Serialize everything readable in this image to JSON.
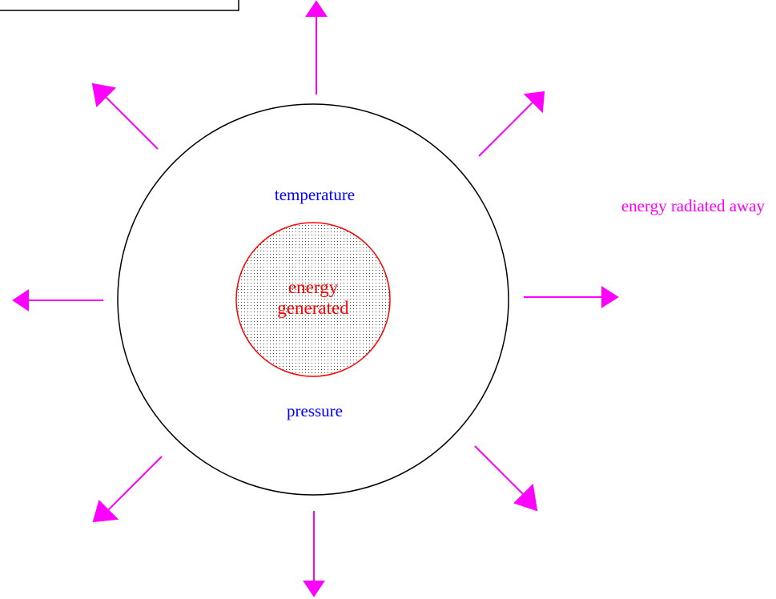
{
  "labels": {
    "temperature": "temperature",
    "pressure": "pressure",
    "core_line1": "energy",
    "core_line2": "generated",
    "radiated": "energy radiated away"
  },
  "colors": {
    "arrow": "#ff00ff",
    "label_blue": "#0000ff",
    "core_red": "#ff0000",
    "core_stipple": "#444444",
    "outline": "#000000"
  },
  "arrow_directions": [
    "up",
    "up-right",
    "right",
    "down-right",
    "down",
    "down-left",
    "left",
    "up-left"
  ]
}
